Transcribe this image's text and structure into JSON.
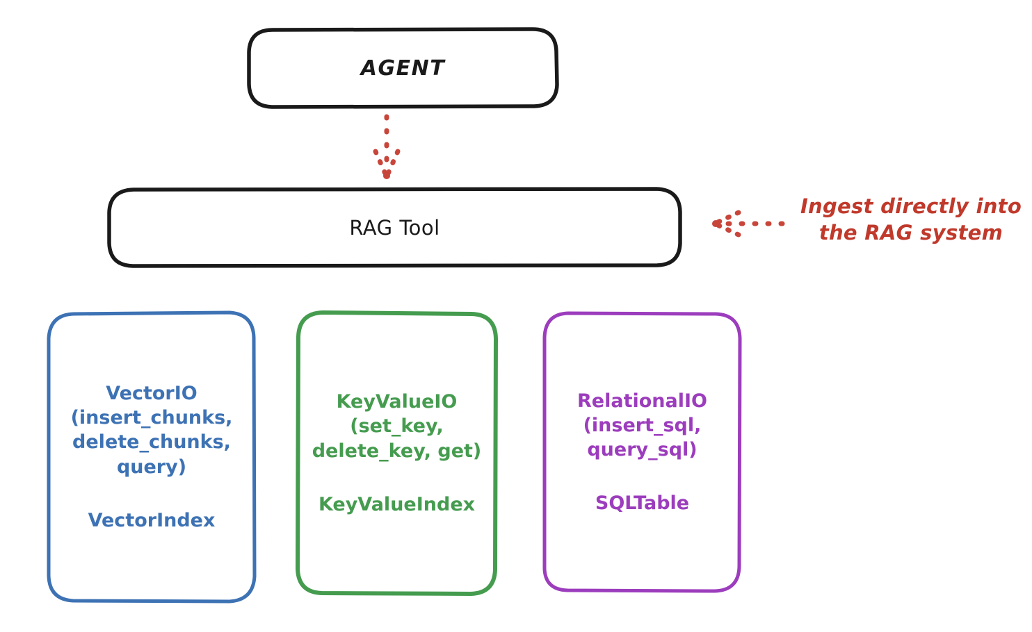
{
  "diagram": {
    "title_nodes": {
      "agent": {
        "label": "AGENT"
      },
      "rag_tool": {
        "label": "RAG Tool"
      }
    },
    "stores": [
      {
        "id": "vector",
        "title": "VectorIO\n(insert_chunks,\ndelete_chunks,\nquery)",
        "subtitle": "VectorIndex",
        "color": "#3d72b4"
      },
      {
        "id": "keyvalue",
        "title": "KeyValueIO\n(set_key,\ndelete_key, get)",
        "subtitle": "KeyValueIndex",
        "color": "#459c4f"
      },
      {
        "id": "relational",
        "title": "RelationalIO\n(insert_sql,\nquery_sql)",
        "subtitle": "SQLTable",
        "color": "#9c3dbd"
      }
    ],
    "annotation": {
      "text": "Ingest directly into\nthe RAG system",
      "color": "#c0392b"
    },
    "colors": {
      "stroke_dark": "#1a1a1a",
      "accent_red": "#c8453a",
      "background": "#ffffff"
    }
  }
}
